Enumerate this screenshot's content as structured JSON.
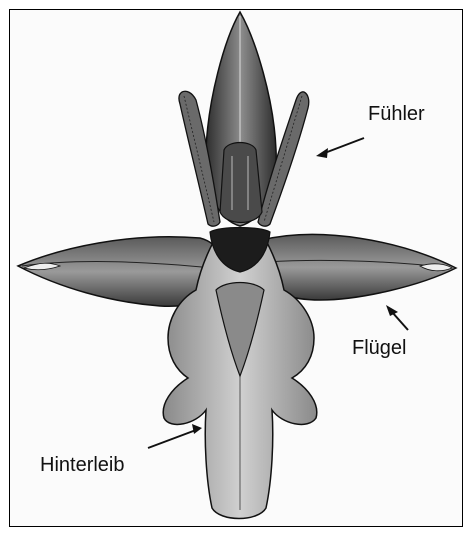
{
  "labels": {
    "antennae": "Fühler",
    "wings": "Flügel",
    "abdomen": "Hinterleib"
  },
  "colors": {
    "ink": "#111111",
    "petal_dark": "#3a3a3a",
    "petal_mid": "#8a8a8a",
    "lip_light": "#c9c9c9"
  }
}
